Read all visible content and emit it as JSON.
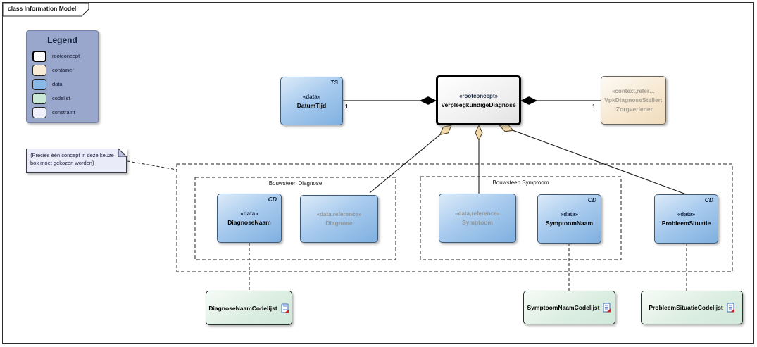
{
  "frame": {
    "tab_label": "class Information Model"
  },
  "legend": {
    "title": "Legend",
    "items": [
      {
        "label": "rootconcept",
        "color": "#ffffff"
      },
      {
        "label": "container",
        "color": "#f9ead8"
      },
      {
        "label": "data",
        "color": "#8ab7e4"
      },
      {
        "label": "codelist",
        "color": "#c9e8d5"
      },
      {
        "label": "constraint",
        "color": "#eff0fc"
      }
    ]
  },
  "note": {
    "text": "{Precies één concept in deze keuze box moet gekozen worden}"
  },
  "boxes": {
    "datumtijd": {
      "stereotype": "«data»",
      "name": "DatumTijd",
      "tag": "TS"
    },
    "root": {
      "stereotype": "«rootconcept»",
      "name": "VerpleegkundigeDiagnose"
    },
    "vpk": {
      "stereotype": "«context,refer…",
      "name_line1": "VpkDiagnoseSteller:",
      "name_line2": ":Zorgverlener"
    },
    "diagnosenaam": {
      "stereotype": "«data»",
      "name": "DiagnoseNaam",
      "tag": "CD"
    },
    "diagnose": {
      "stereotype": "«data,reference»",
      "name": "Diagnose"
    },
    "symptoom": {
      "stereotype": "«data,reference»",
      "name": "Symptoom"
    },
    "symptoomnaam": {
      "stereotype": "«data»",
      "name": "SymptoomNaam",
      "tag": "CD"
    },
    "probleemsituatie": {
      "stereotype": "«data»",
      "name": "ProbleemSituatie",
      "tag": "CD"
    }
  },
  "groups": {
    "diagnose": {
      "title": "Bouwsteen Diagnose"
    },
    "symptoom": {
      "title": "Bouwsteen Symptoom"
    }
  },
  "codelists": {
    "diagnosenaam": {
      "label": "DiagnoseNaamCodelijst"
    },
    "symptoomnaam": {
      "label": "SymptoomNaamCodelijst"
    },
    "probleemsituatie": {
      "label": "ProbleemSituatieCodelijst"
    }
  },
  "relations": {
    "datumtijd_multiplicity": "1",
    "vpk_multiplicity": "1"
  },
  "colors": {
    "data_fill": "#8ab7e4",
    "container_fill": "#f5e3cb",
    "codelist_fill": "#d2ead9",
    "constraint_fill": "#eceefb",
    "legend_bg": "#99a7cc",
    "aggregation_diamond": "#f0d8ab",
    "composition_diamond": "#000000"
  }
}
